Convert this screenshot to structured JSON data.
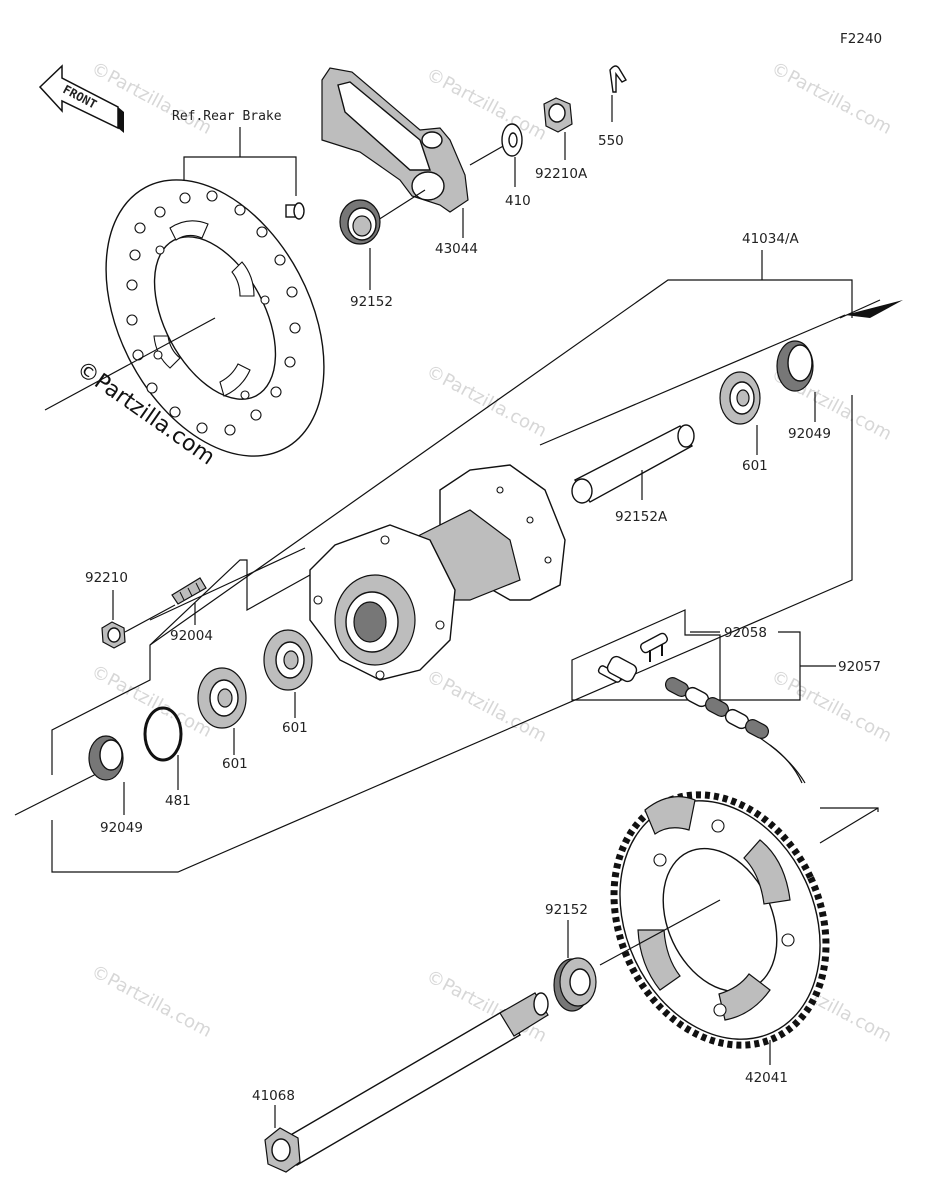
{
  "diagram_code": "F2240",
  "front_label": "FRONT",
  "ref_label": "Ref.Rear Brake",
  "watermark_main": "©Partzilla.com",
  "watermark": "©Partzilla.com",
  "parts": {
    "p550": "550",
    "p92210A": "92210A",
    "p410": "410",
    "p43044": "43044",
    "p92152_top": "92152",
    "p41034A": "41034/A",
    "p92049_right": "92049",
    "p601_right": "601",
    "p92152A": "92152A",
    "p92210": "92210",
    "p92004": "92004",
    "p601_mid": "601",
    "p601_left": "601",
    "p481": "481",
    "p92049_left": "92049",
    "p92058": "92058",
    "p92057": "92057",
    "p92152_bottom": "92152",
    "p42041": "42041",
    "p41068": "41068"
  }
}
